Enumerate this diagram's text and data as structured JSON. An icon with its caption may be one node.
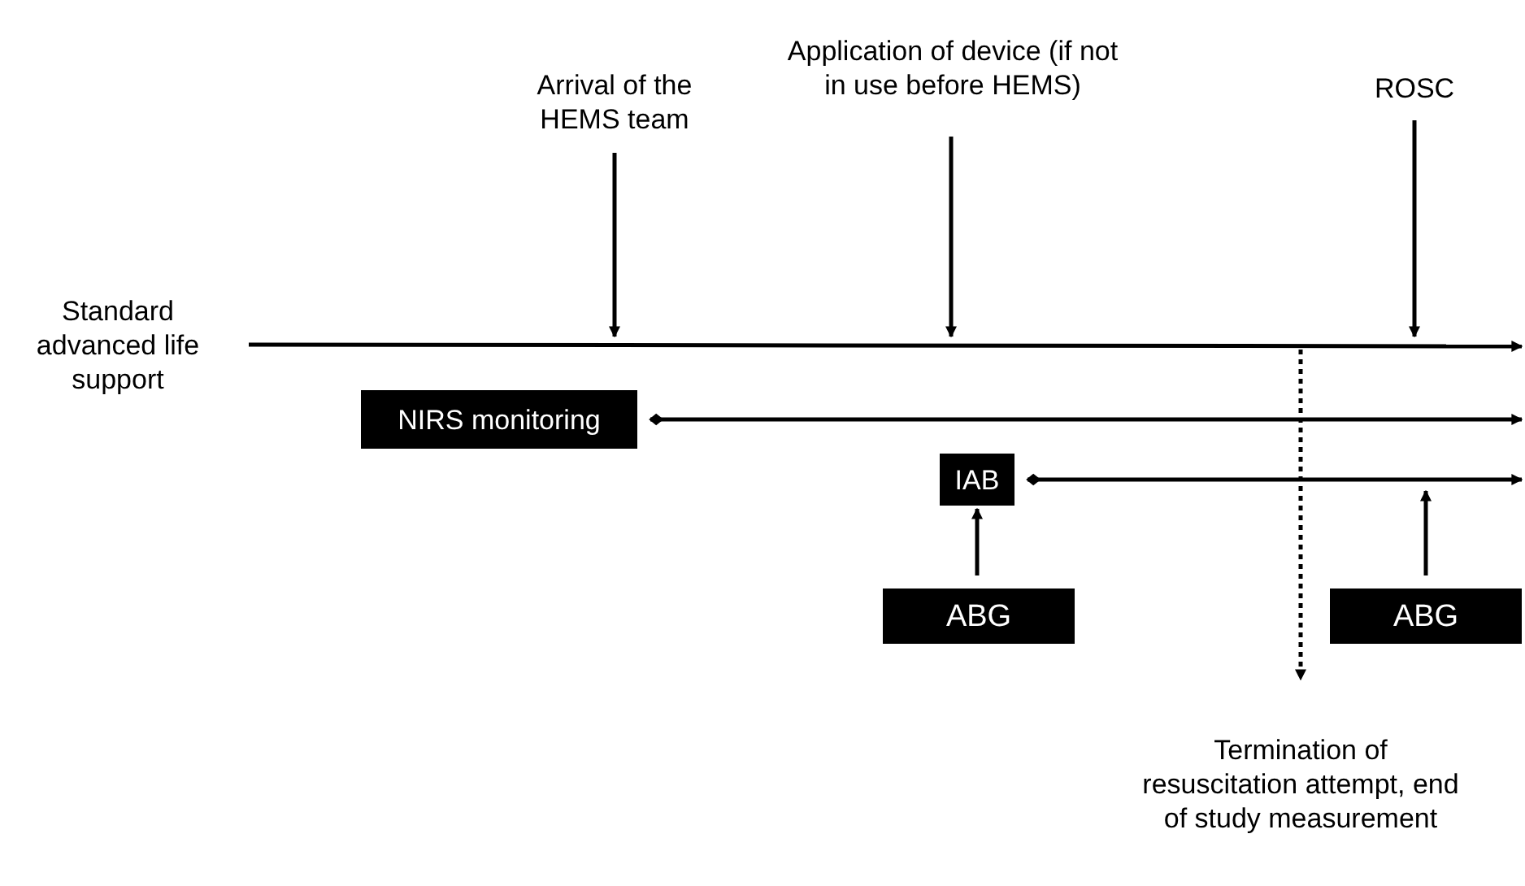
{
  "diagram": {
    "nodes": [
      {
        "text": [
          "Standard advanced life support"
        ]
      },
      {
        "text": [
          "Arrival of the HEMS team"
        ]
      },
      {
        "text": [
          "Application of device (if not in use before HEMS)"
        ]
      },
      {
        "text": [
          "ROSC"
        ]
      },
      {
        "text": [
          "NIRS monitoring"
        ]
      },
      {
        "text": [
          "IAB"
        ]
      },
      {
        "text": [
          "ABG"
        ]
      },
      {
        "text": [
          "ABG"
        ]
      },
      {
        "text": [
          "Termination of resuscitation attempt, end of study measurement"
        ]
      }
    ],
    "edges": [
      {
        "from": 0,
        "to": null,
        "arrow": "to"
      },
      {
        "from": 1,
        "to": null,
        "arrow": "to"
      },
      {
        "from": 2,
        "to": null,
        "arrow": "to"
      },
      {
        "from": 3,
        "to": null,
        "arrow": "to"
      },
      {
        "from": 4,
        "to": null,
        "arrow": "to"
      },
      {
        "from": 5,
        "to": null,
        "arrow": "to"
      },
      {
        "from": 6,
        "to": 5,
        "arrow": "to"
      },
      {
        "from": 7,
        "to": null,
        "arrow": "to"
      },
      {
        "from": null,
        "to": 8,
        "arrow": "to",
        "style": "dashed"
      }
    ]
  }
}
